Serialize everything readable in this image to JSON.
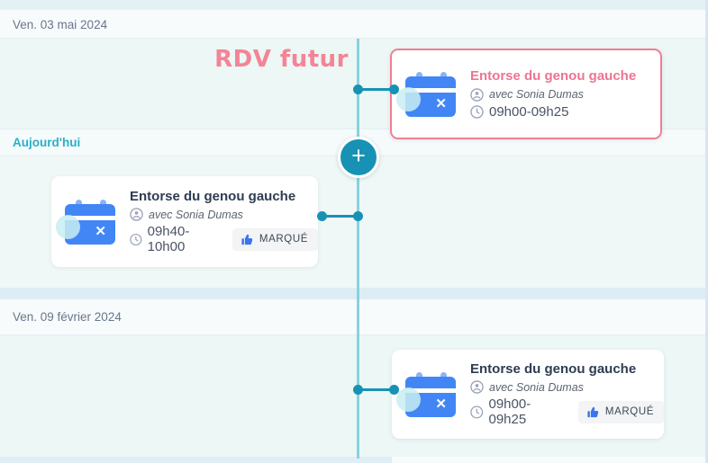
{
  "headers": [
    {
      "label": "Ven. 03 mai 2024"
    },
    {
      "label": "Aujourd'hui"
    },
    {
      "label": "Ven. 09 février 2024"
    }
  ],
  "banner": {
    "future_label": "RDV futur"
  },
  "plus_button": {
    "glyph": "+"
  },
  "cards": [
    {
      "title": "Entorse du genou gauche",
      "with_text": "avec Sonia Dumas",
      "time": "09h00-09h25"
    },
    {
      "title": "Entorse du genou gauche",
      "with_text": "avec Sonia Dumas",
      "time": "09h40-10h00",
      "badge": "MARQUÉ"
    },
    {
      "title": "Entorse du genou gauche",
      "with_text": "avec Sonia Dumas",
      "time": "09h00-09h25",
      "badge": "MARQUÉ"
    }
  ],
  "icons": {
    "calendar_cancel": "calendar with x mark",
    "doctor": "practitioner avatar",
    "clock": "clock outline",
    "thumbs_up": "thumbs up",
    "cancel_glyph": "✕"
  },
  "colors": {
    "accent_teal": "#1792b4",
    "timeline_line": "#87d2e1",
    "today_text": "#29b0c8",
    "pink_accent": "#f07f93",
    "banner_pink": "#f48495",
    "calendar_blue": "#4286f5",
    "thumb_blue": "#3f72ef",
    "title_navy": "#2e3d52"
  }
}
